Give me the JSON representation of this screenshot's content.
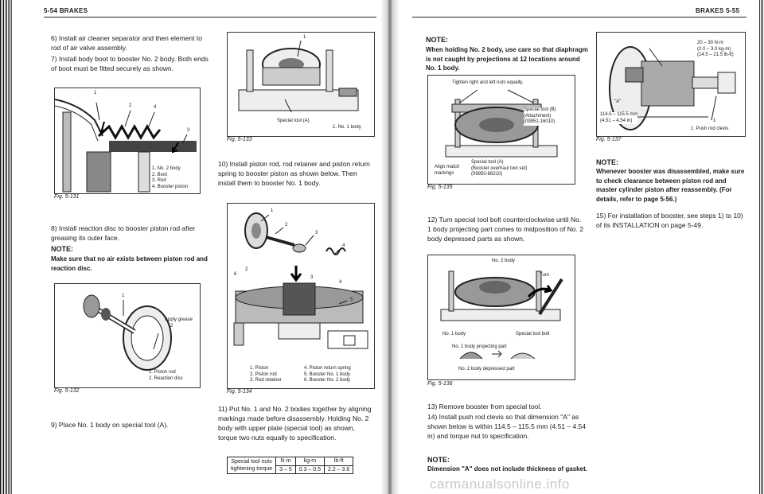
{
  "left_page": {
    "header": "5-54 BRAKES",
    "step6": "6) Install air cleaner separator and then element to rod of air valve assembly.",
    "step7": "7) Install body boot to booster No. 2 body. Both ends of boot must be fitted securely as shown.",
    "fig131": {
      "caption": "Fig. 5-131",
      "callouts": [
        "1",
        "2",
        "3",
        "4"
      ],
      "legend": [
        "1. No. 2 body",
        "2. Boot",
        "3. Rod",
        "4. Booster piston"
      ]
    },
    "step8": "8) Install reaction disc to booster piston rod after greasing its outer face.",
    "note1_title": "NOTE:",
    "note1_body": "Make sure that no air exists between piston rod and reaction disc.",
    "fig132": {
      "caption": "Fig. 5-132",
      "callouts": [
        "1",
        "2"
      ],
      "apply": "Apply grease",
      "legend": [
        "1. Piston rod",
        "2. Reaction disc"
      ]
    },
    "step9": "9) Place No. 1 body on special tool (A).",
    "fig133": {
      "caption": "Fig. 5-133",
      "callout": "1",
      "tool": "Special tool (A)",
      "legend": "1. No. 1 body"
    },
    "step10": "10) Install piston rod, rod retainer and piston return spring to booster piston as shown below. Then install them to booster No. 1 body.",
    "fig134": {
      "caption": "Fig. 5-134",
      "callouts": [
        "1",
        "2",
        "3",
        "4",
        "5",
        "6",
        "2",
        "3",
        "4"
      ],
      "legend_a": [
        "1. Piston",
        "2. Piston rod",
        "3. Rod retainer"
      ],
      "legend_b": [
        "4. Piston return spring",
        "5. Booster No. 1 body",
        "6. Booster No. 2 body"
      ]
    },
    "step11": "11) Put No. 1 and No. 2 bodies together by aligning markings made before disassembly. Holding No. 2 body with upper plate (special tool) as shown, torque two nuts equally to specification.",
    "torque_table": {
      "row_label": [
        "Special tool nuts",
        "tightening torque"
      ],
      "headers": [
        "N·m",
        "kg-m",
        "lb-ft"
      ],
      "values": [
        "3 – 5",
        "0.3 – 0.5",
        "2.2 – 3.6"
      ]
    }
  },
  "right_page": {
    "header": "BRAKES 5-55",
    "note2_title": "NOTE:",
    "note2_body": "When holding No. 2 body, use care so that diaphragm is not caught by projections at 12 locations around No. 1 body.",
    "fig135": {
      "caption": "Fig. 5-135",
      "top": "Tighten right and left nuts equally.",
      "tool_b": [
        "Special tool (B)",
        "(Attachment)",
        "(09951-16010)"
      ],
      "align": [
        "Align match",
        "markings"
      ],
      "tool_a": [
        "Special tool (A)",
        "(Booster overhaul tool set)",
        "(09950-88210)"
      ]
    },
    "step12": "12) Turn special tool bolt counterclockwise until No. 1 body projecting part comes to midposition of No. 2 body depressed parts as shown.",
    "fig136": {
      "caption": "Fig. 5-136",
      "no2": "No. 2 body",
      "turn": "Turn",
      "no1": "No. 1 body",
      "bolt": "Special tool bolt",
      "proj": "No. 1 body projecting part",
      "dep": "No. 2 body depressed part"
    },
    "step13": "13) Remove booster from special tool.",
    "step14": "14) Install push rod clevis so that dimension \"A\" as shown below is within 114.5 – 115.5 mm (4.51 – 4.54 in) and torque nut to specification.",
    "note3_title": "NOTE:",
    "note3_body": "Dimension \"A\" does not include thickness of gasket.",
    "fig137": {
      "caption": "Fig. 5-137",
      "torque": [
        "20 – 30 N·m",
        "(2.0 – 3.0 kg-m)",
        "(14.5 – 21.5 lb-ft)"
      ],
      "dim_label": "\"A\"",
      "dim": [
        "114.5 – 115.5 mm",
        "(4.51 – 4.54 in)"
      ],
      "callout": "1",
      "legend": "1. Push rod clevis"
    },
    "note4_title": "NOTE:",
    "note4_body": "Whenever booster was disassembled, make sure to check clearance between piston rod and master cylinder piston after reassembly. (For details, refer to page 5-56.)",
    "step15": "15) For installation of booster, see steps 1) to 10) of its INSTALLATION on page 5-49."
  },
  "watermark": "carmanualsonline.info"
}
